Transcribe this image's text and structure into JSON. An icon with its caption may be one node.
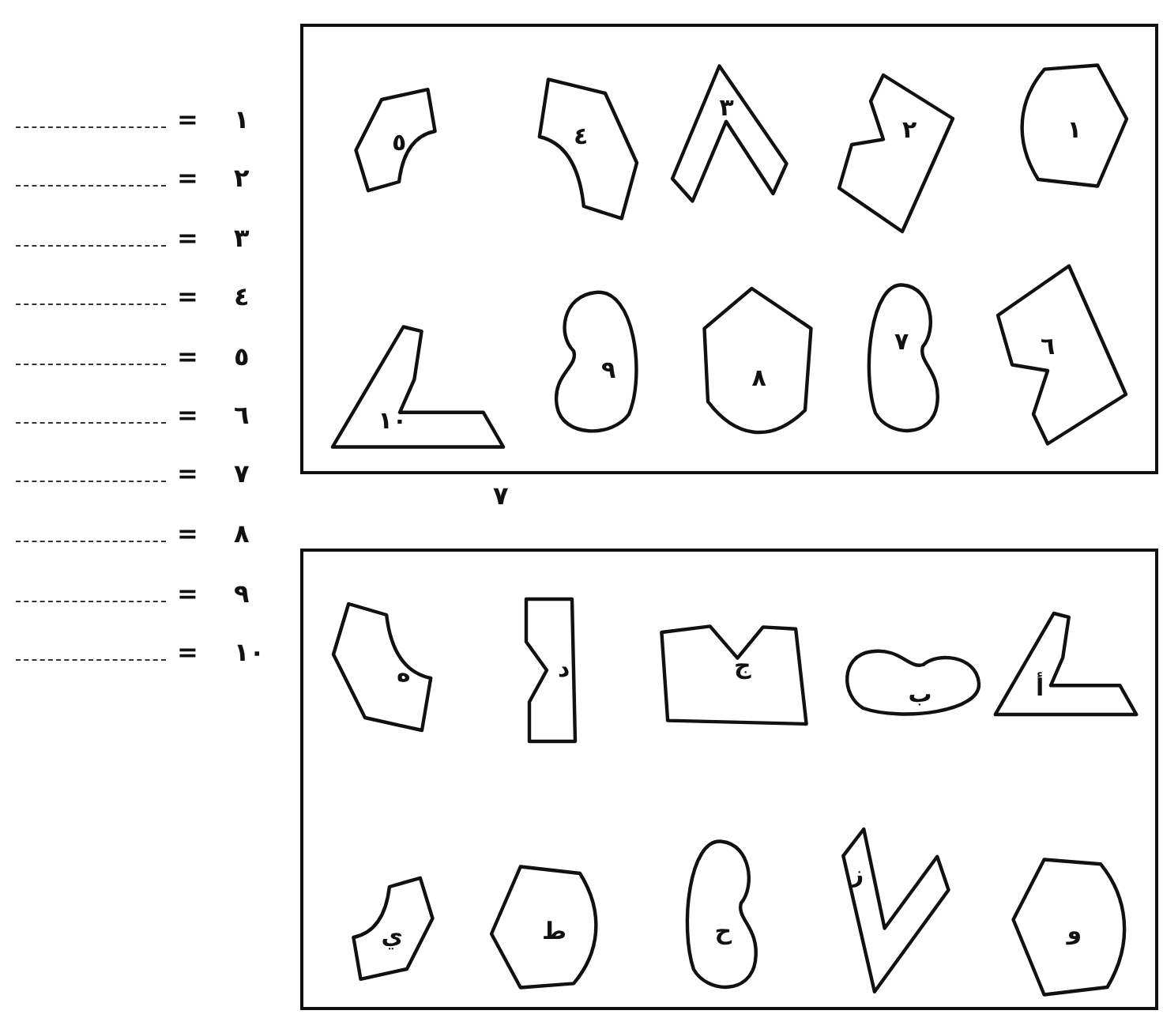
{
  "diagram": {
    "nodes": [
      {
        "text": [],
        "shape": "box"
      },
      {
        "text": [
          "١"
        ],
        "in": 0
      },
      {
        "text": [
          "٢"
        ],
        "in": 0
      },
      {
        "text": [
          "٣"
        ],
        "in": 0
      },
      {
        "text": [
          "٤"
        ],
        "in": 0
      },
      {
        "text": [
          "٥"
        ],
        "in": 0
      },
      {
        "text": [
          "٦"
        ],
        "in": 0
      },
      {
        "text": [
          "٧"
        ],
        "in": 0
      },
      {
        "text": [
          "٨"
        ],
        "in": 0
      },
      {
        "text": [
          "٩"
        ],
        "in": 0
      },
      {
        "text": [
          "١٠"
        ],
        "in": 0
      },
      {
        "text": [],
        "shape": "box"
      },
      {
        "text": [
          "أ"
        ],
        "in": 11
      },
      {
        "text": [
          "ب"
        ],
        "in": 11
      },
      {
        "text": [
          "ج"
        ],
        "in": 11
      },
      {
        "text": [
          "د"
        ],
        "in": 11
      },
      {
        "text": [
          "ه"
        ],
        "in": 11
      },
      {
        "text": [
          "و"
        ],
        "in": 11
      },
      {
        "text": [
          "ز"
        ],
        "in": 11
      },
      {
        "text": [
          "ح"
        ],
        "in": 11
      },
      {
        "text": [
          "ط"
        ],
        "in": 11
      },
      {
        "text": [
          "ي"
        ],
        "in": 11
      }
    ],
    "labels": [
      "١",
      "=",
      "٢",
      "=",
      "٣",
      "=",
      "٤",
      "=",
      "٥",
      "=",
      "٦",
      "=",
      "٧",
      "=",
      "٨",
      "=",
      "٩",
      "=",
      "١٠",
      "=",
      "٧"
    ]
  }
}
